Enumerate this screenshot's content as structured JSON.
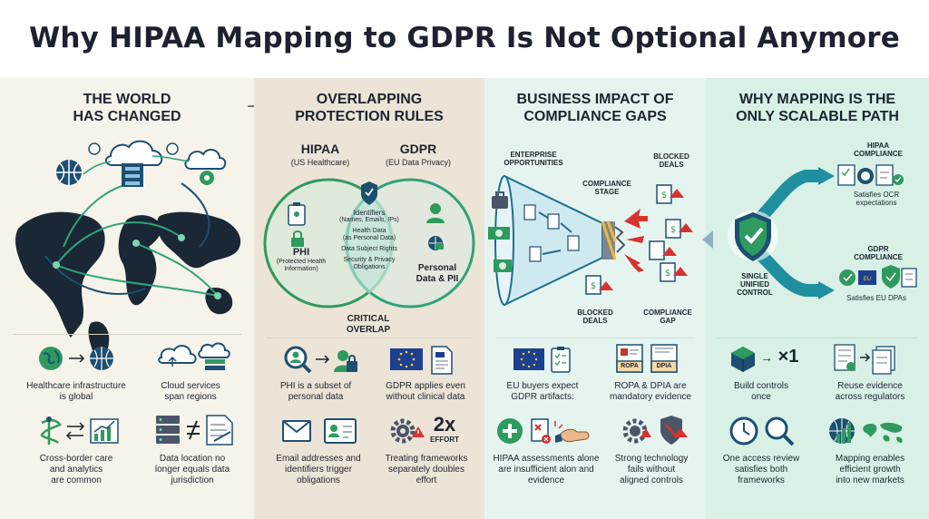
{
  "title": "Why HIPAA Mapping to GDPR Is Not Optional Anymore",
  "colors": {
    "navy": "#1d4f73",
    "green": "#2e9a5e",
    "teal": "#1f8fa0",
    "red": "#d6332f"
  },
  "panel1": {
    "heading_line1": "THE WORLD",
    "heading_line2": "HAS CHANGED",
    "items": [
      {
        "label_line1": "Healthcare infrastructure",
        "label_line2": "is global"
      },
      {
        "label_line1": "Cloud services",
        "label_line2": "span regions"
      },
      {
        "label_line1": "Cross-border care",
        "label_line2": "and analytics",
        "label_line3": "are common"
      },
      {
        "label_line1": "Data location no",
        "label_line2": "longer equals data",
        "label_line3": "jurisdiction"
      }
    ]
  },
  "panel2": {
    "heading_line1": "OVERLAPPING",
    "heading_line2": "PROTECTION RULES",
    "hipaa_title": "HIPAA",
    "hipaa_sub": "(US Healthcare)",
    "gdpr_title": "GDPR",
    "gdpr_sub": "(EU Data Privacy)",
    "phi_title": "PHI",
    "phi_sub1": "(Protected Health",
    "phi_sub2": "Information)",
    "overlap_1": "Identifiers",
    "overlap_1b": "(Names, Emails, IPs)",
    "overlap_2": "Health Data",
    "overlap_2b": "(as Personal Data)",
    "overlap_3": "Data Subject Rights",
    "overlap_4": "Security & Privacy",
    "overlap_4b": "Obligations",
    "pii_line1": "Personal",
    "pii_line2": "Data & PII",
    "critical_line1": "CRITICAL",
    "critical_line2": "OVERLAP",
    "items": [
      {
        "label_line1": "PHI is a subset of",
        "label_line2": "personal data"
      },
      {
        "label_line1": "GDPR applies even",
        "label_line2": "without clinical data"
      },
      {
        "label_line1": "Email addresses and",
        "label_line2": "identifiers trigger",
        "label_line3": "obligations"
      },
      {
        "label_line1": "Treating frameworks",
        "label_line2": "separately doubles",
        "label_line3": "effort"
      }
    ],
    "effort_big": "2x",
    "effort_small": "EFFORT"
  },
  "panel3": {
    "heading_line1": "BUSINESS IMPACT OF",
    "heading_line2": "COMPLIANCE GAPS",
    "enterprise_line1": "ENTERPRISE",
    "enterprise_line2": "OPPORTUNITIES",
    "stage_line1": "COMPLIANCE",
    "stage_line2": "STAGE",
    "blocked_top_line1": "BLOCKED",
    "blocked_top_line2": "DEALS",
    "blocked_bottom_line1": "BLOCKED",
    "blocked_bottom_line2": "DEALS",
    "gap_line1": "COMPLIANCE",
    "gap_line2": "GAP",
    "ropa": "ROPA",
    "dpia": "DPIA",
    "items": [
      {
        "label_line1": "EU buyers expect",
        "label_line2": "GDPR artifacts:"
      },
      {
        "label_line1": "ROPA & DPIA are",
        "label_line2": "mandatory evidence"
      },
      {
        "label_line1": "HIPAA assessments alone",
        "label_line2": "are insufficient alon and",
        "label_line3": "evidence"
      },
      {
        "label_line1": "Strong technology",
        "label_line2": "fails without",
        "label_line3": "aligned controls"
      }
    ]
  },
  "panel4": {
    "heading_line1": "WHY MAPPING IS THE",
    "heading_line2": "ONLY SCALABLE PATH",
    "hipaa_line1": "HIPAA",
    "hipaa_line2": "COMPLIANCE",
    "hipaa_sub_line1": "Satisfies OCR",
    "hipaa_sub_line2": "expectations",
    "gdpr_line1": "GDPR",
    "gdpr_line2": "COMPLIANCE",
    "gdpr_sub": "Satisfies EU DPAs",
    "control_line1": "SINGLE",
    "control_line2": "UNIFIED",
    "control_line3": "CONTROL",
    "x1": "×1",
    "items": [
      {
        "label_line1": "Build controls",
        "label_line2": "once"
      },
      {
        "label_line1": "Reuse evidence",
        "label_line2": "across regulators"
      },
      {
        "label_line1": "One access review",
        "label_line2": "satisfies both",
        "label_line3": "frameworks"
      },
      {
        "label_line1": "Mapping enables",
        "label_line2": "efficient growth",
        "label_line3": "into new markets"
      }
    ]
  }
}
